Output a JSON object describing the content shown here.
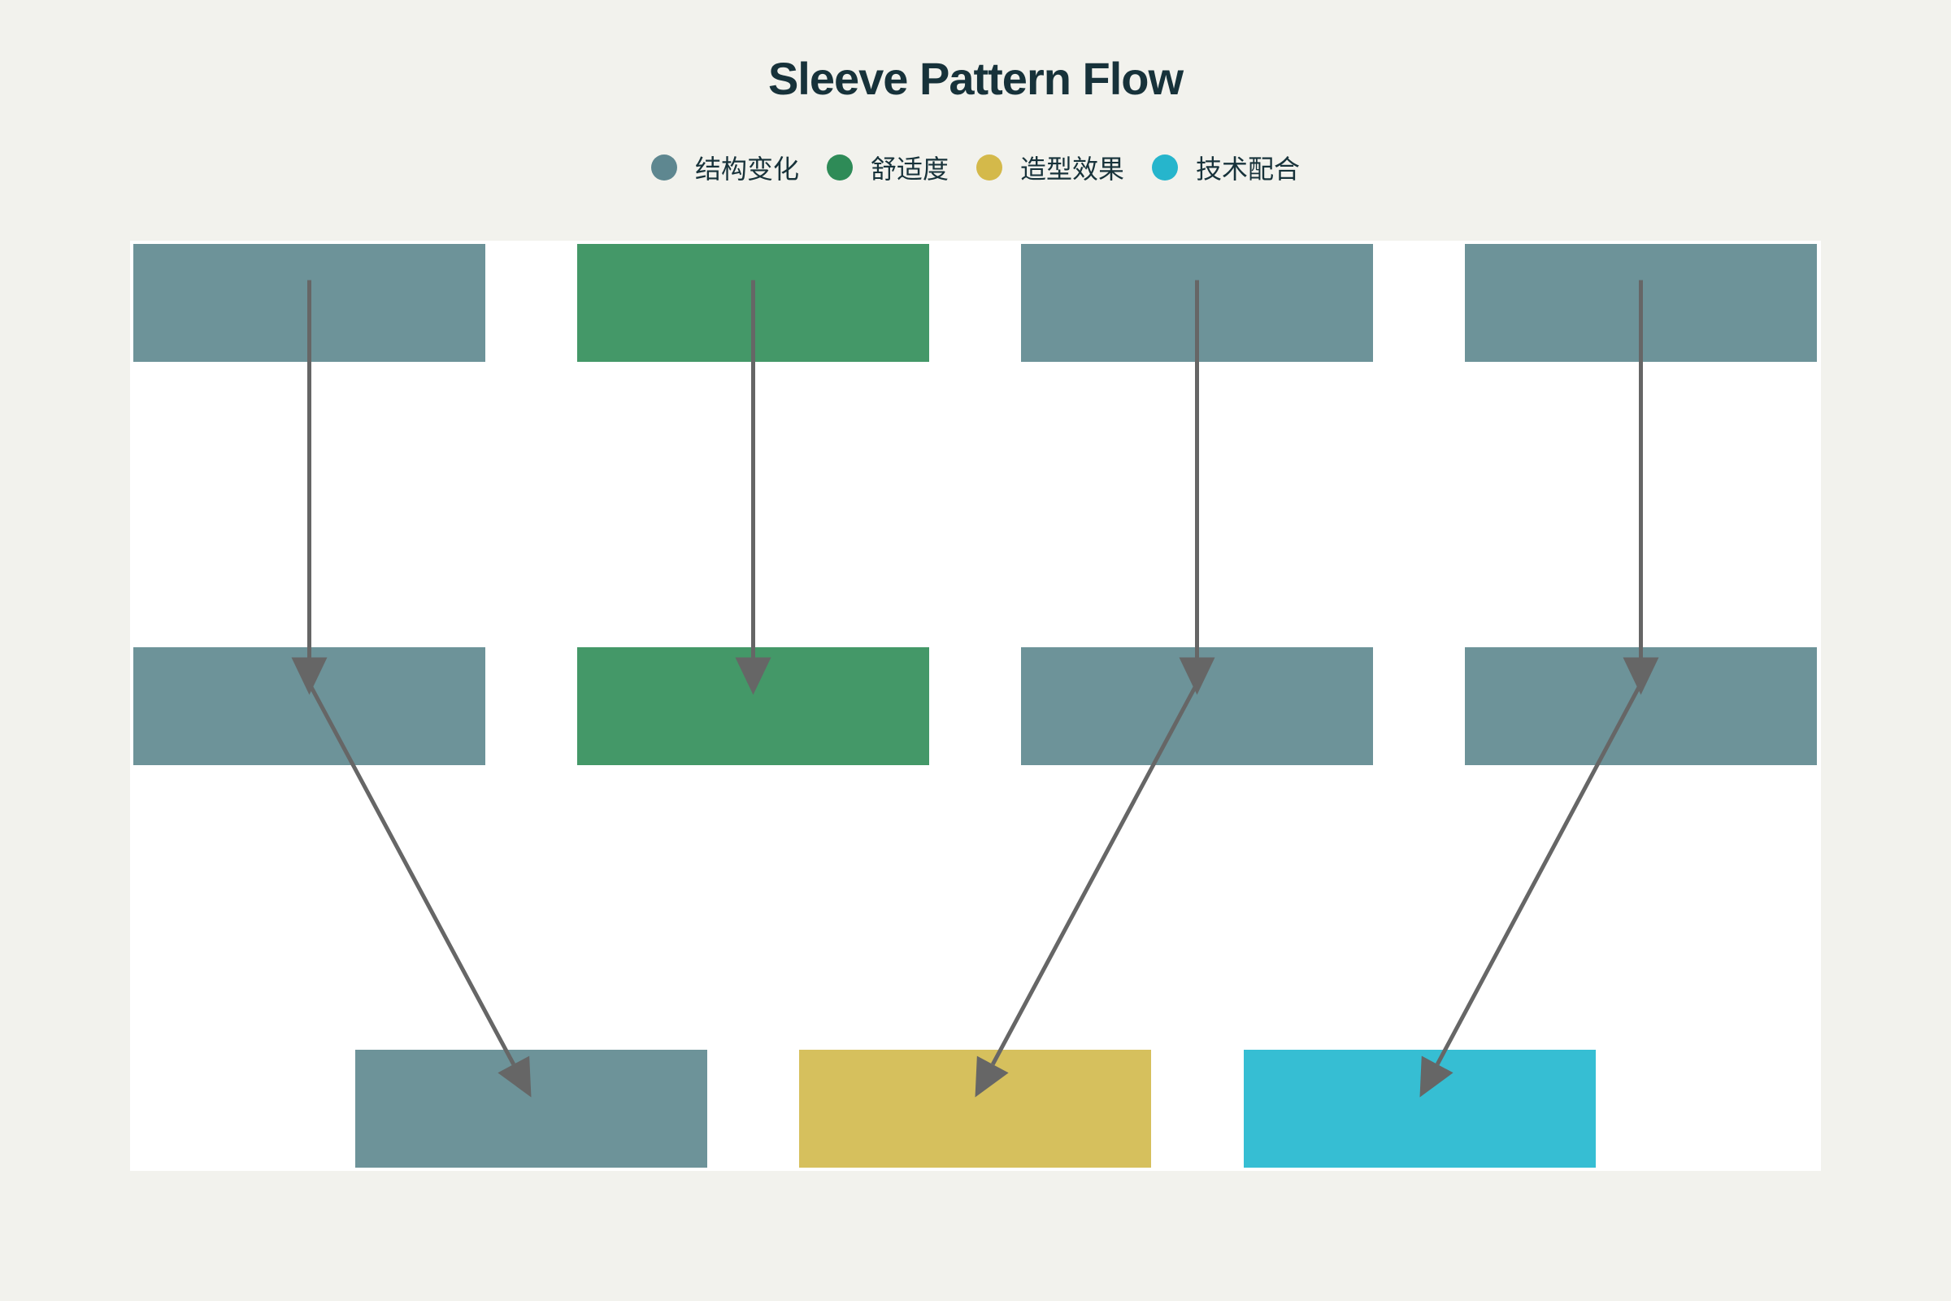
{
  "title": "Sleeve Pattern Flow",
  "legend": [
    {
      "label": "结构变化",
      "color": "#5e8790"
    },
    {
      "label": "舒适度",
      "color": "#2e8b57"
    },
    {
      "label": "造型效果",
      "color": "#d4b94a"
    },
    {
      "label": "技术配合",
      "color": "#26b5cc"
    }
  ],
  "node_colors": {
    "结构变化": "#6d9399",
    "舒适度": "#449868",
    "造型效果": "#d6c05d",
    "技术配合": "#36bed3"
  },
  "edge_color": "#666666",
  "nodes": [
    {
      "id": "r1c1",
      "category": "结构变化",
      "row": 0,
      "col": 0
    },
    {
      "id": "r1c2",
      "category": "舒适度",
      "row": 0,
      "col": 1
    },
    {
      "id": "r1c3",
      "category": "结构变化",
      "row": 0,
      "col": 2
    },
    {
      "id": "r1c4",
      "category": "结构变化",
      "row": 0,
      "col": 3
    },
    {
      "id": "r2c1",
      "category": "结构变化",
      "row": 1,
      "col": 0
    },
    {
      "id": "r2c2",
      "category": "舒适度",
      "row": 1,
      "col": 1
    },
    {
      "id": "r2c3",
      "category": "结构变化",
      "row": 1,
      "col": 2
    },
    {
      "id": "r2c4",
      "category": "结构变化",
      "row": 1,
      "col": 3
    },
    {
      "id": "r3c1",
      "category": "结构变化",
      "row": 2,
      "col": 0
    },
    {
      "id": "r3c2",
      "category": "造型效果",
      "row": 2,
      "col": 1
    },
    {
      "id": "r3c3",
      "category": "技术配合",
      "row": 2,
      "col": 2
    }
  ],
  "edges": [
    {
      "from": "r1c1",
      "to": "r2c1"
    },
    {
      "from": "r1c2",
      "to": "r2c2"
    },
    {
      "from": "r1c3",
      "to": "r2c3"
    },
    {
      "from": "r1c4",
      "to": "r2c4"
    },
    {
      "from": "r2c1",
      "to": "r3c1"
    },
    {
      "from": "r2c3",
      "to": "r3c2"
    },
    {
      "from": "r2c4",
      "to": "r3c3"
    }
  ]
}
